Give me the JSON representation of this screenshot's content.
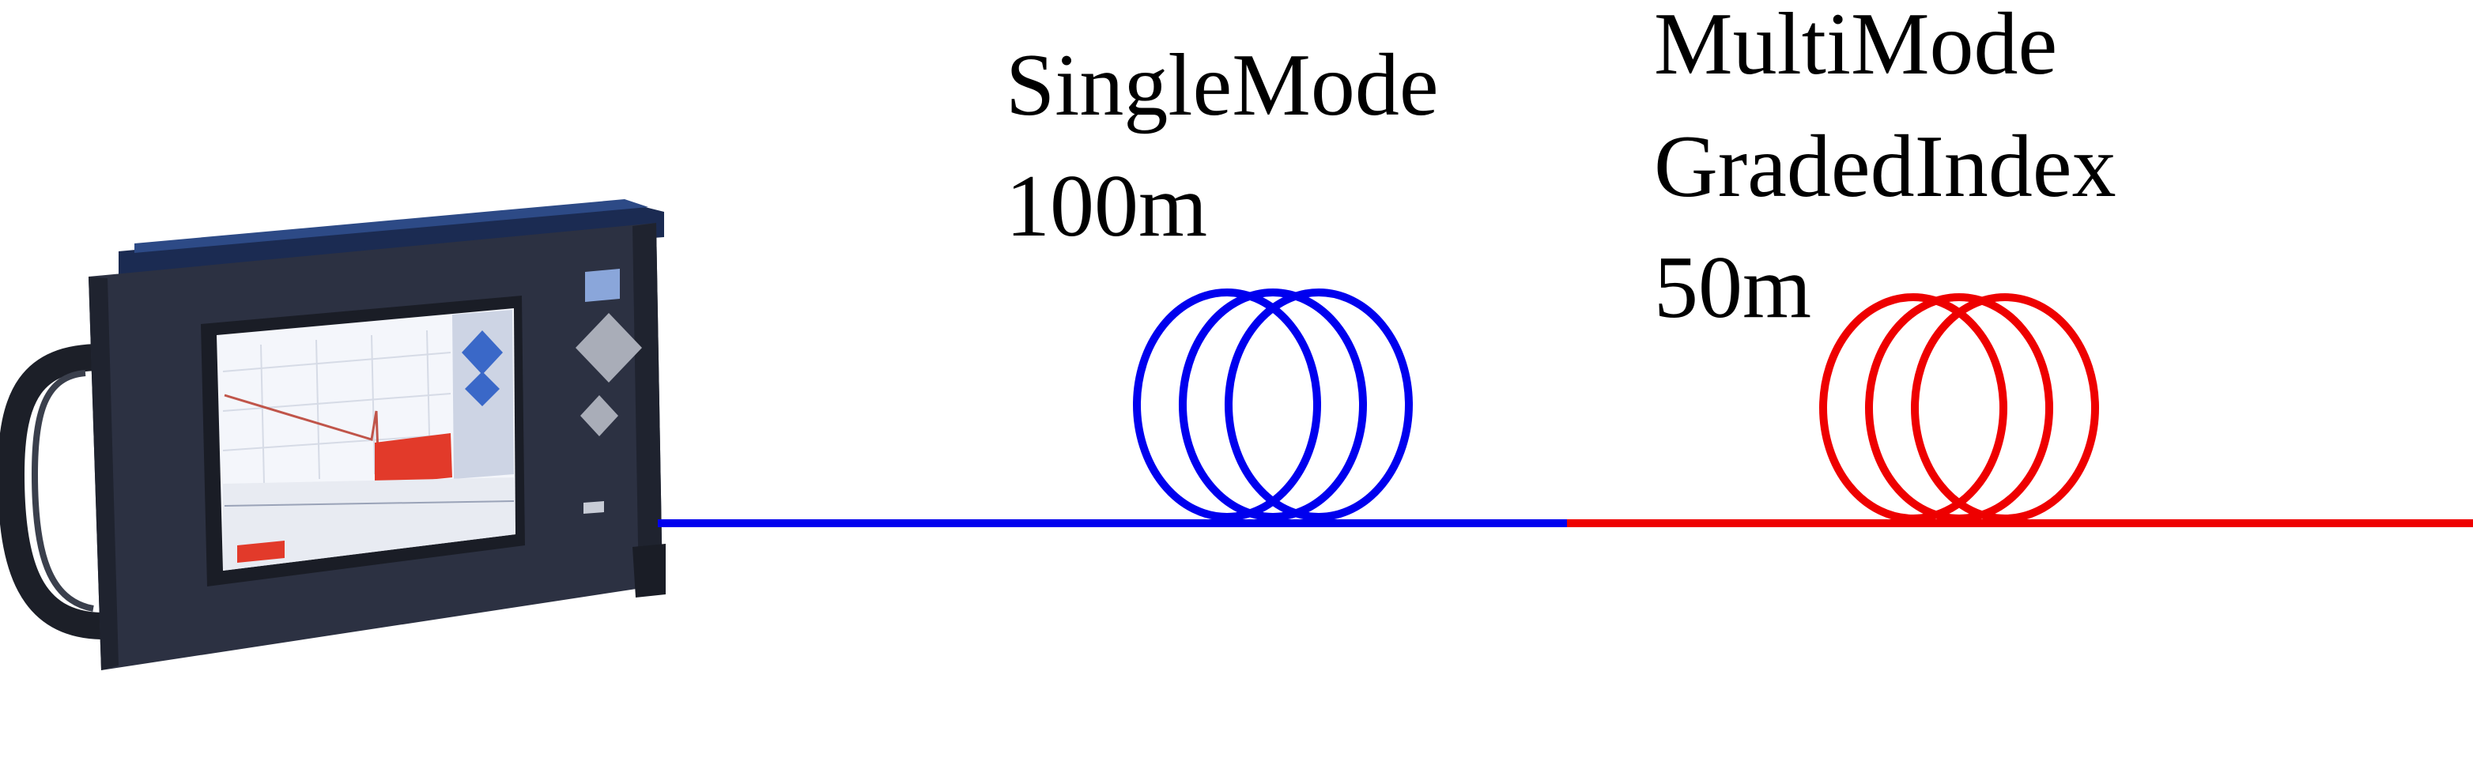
{
  "labels": {
    "single_mode": [
      "SingleMode",
      "100m"
    ],
    "multi_mode": [
      "MultiMode",
      "GradedIndex",
      "50m"
    ]
  },
  "colors": {
    "single_mode_fiber": "#0000ee",
    "multi_mode_fiber": "#ee0000",
    "background": "#ffffff",
    "device_body": "#2c3142",
    "device_screen": "#f4f6fb",
    "trace_burst": "#e23a2a"
  },
  "icons": {
    "device": "otdr-instrument-icon"
  }
}
